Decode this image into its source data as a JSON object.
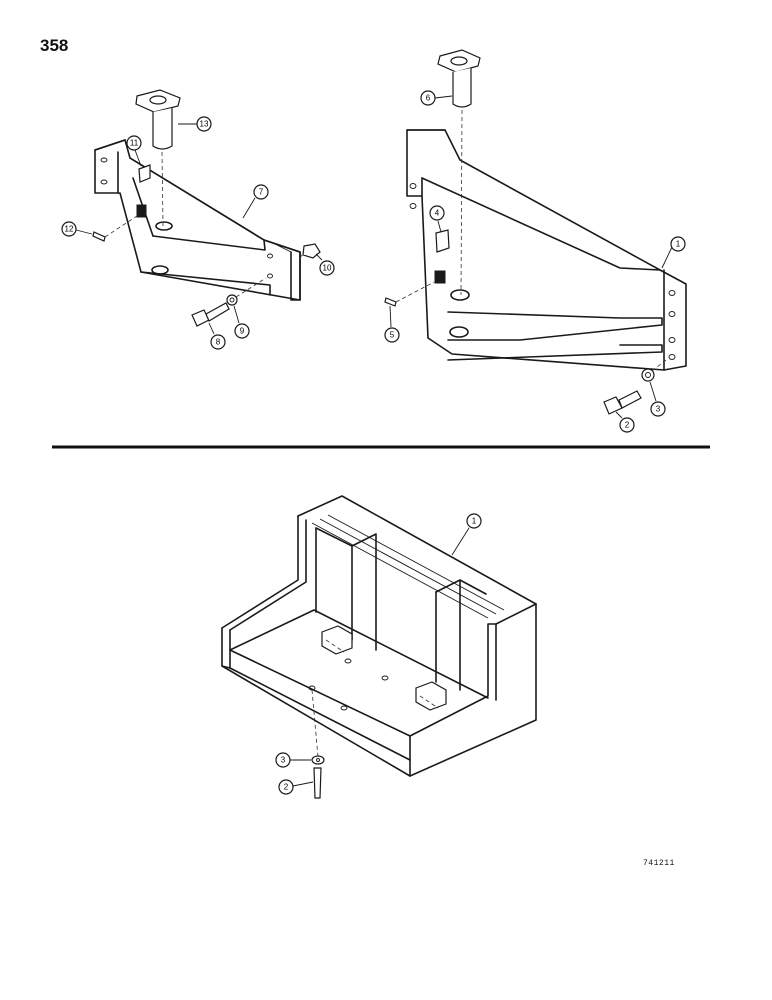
{
  "page": {
    "number": "358",
    "figure_code": "741211"
  },
  "top_left_assembly": {
    "callouts": [
      "13",
      "11",
      "7",
      "12",
      "10",
      "8",
      "9"
    ]
  },
  "top_right_assembly": {
    "callouts": [
      "6",
      "4",
      "1",
      "5",
      "2",
      "3"
    ]
  },
  "bottom_assembly": {
    "callouts": [
      "1",
      "3",
      "2"
    ]
  }
}
